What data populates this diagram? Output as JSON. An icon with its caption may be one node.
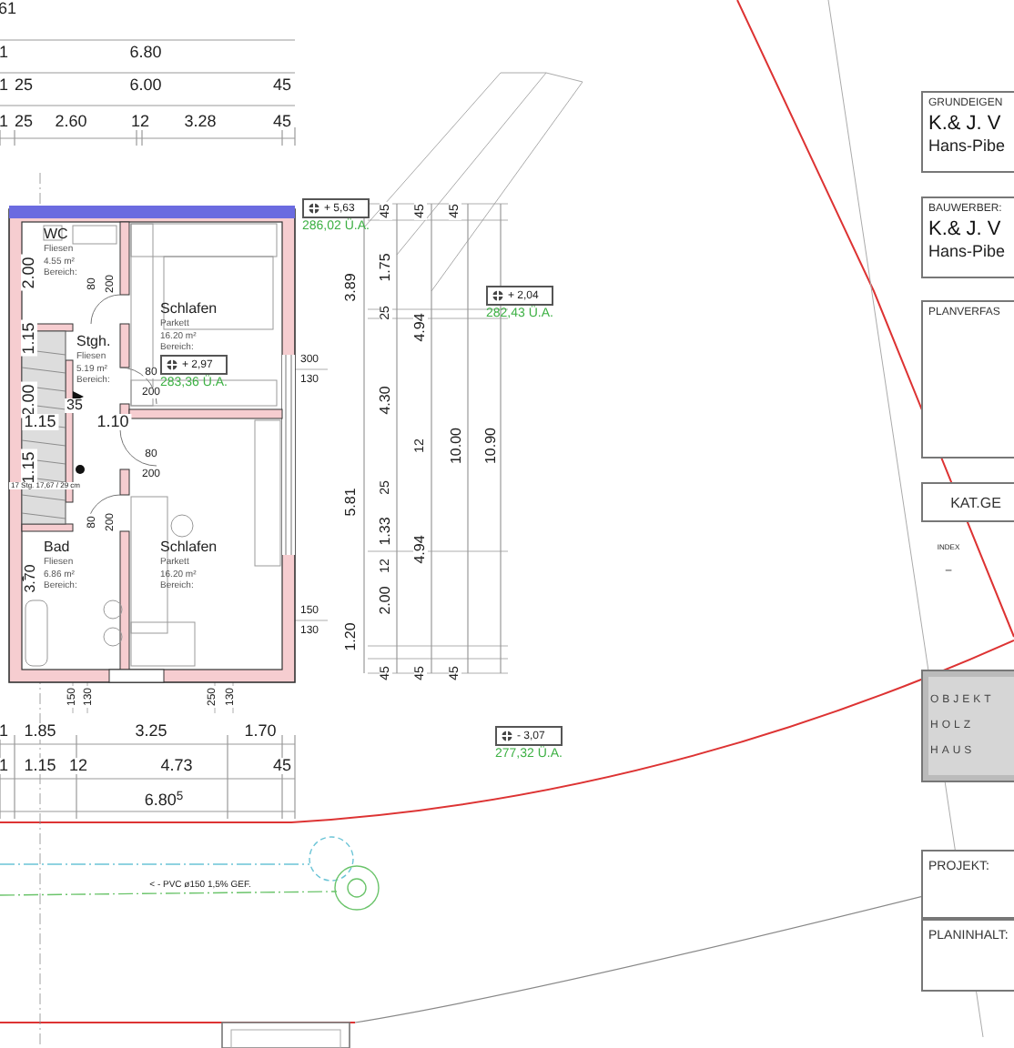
{
  "diagram": {
    "nodes": [
      {
        "text": [
          "WC",
          "Fliesen 4.55 m² Bereich:"
        ]
      },
      {
        "text": [
          "Schlafen",
          "Parkett 16.20 m² Bereich:"
        ]
      },
      {
        "text": [
          "Stgh.",
          "Fliesen 5.19 m² Bereich:"
        ]
      },
      {
        "text": [
          "Bad",
          "Fliesen 6.86 m² Bereich:"
        ]
      },
      {
        "text": [
          "Schlafen",
          "Parkett 16.20 m² Bereich:"
        ]
      },
      {
        "text": [
          "+ 5,63"
        ],
        "beside": [
          "286,02 Ü.A."
        ]
      },
      {
        "text": [
          "+ 2,97"
        ],
        "beside": [
          "283,36 Ü.A."
        ]
      },
      {
        "text": [
          "+ 2,04"
        ],
        "beside": [
          "282,43 Ü.A."
        ]
      },
      {
        "text": [
          "- 3,07"
        ],
        "beside": [
          "277,32 Ü.A."
        ]
      },
      {
        "text": [
          "GRUNDEIGEN",
          "K.& J. V",
          "Hans-Pibe"
        ]
      },
      {
        "text": [
          "BAUWERBER:",
          "K.& J. V",
          "Hans-Pibe"
        ]
      },
      {
        "text": [
          "PLANVERFAS"
        ]
      },
      {
        "text": [
          "KAT.GE"
        ]
      },
      {
        "text": [
          "OBJEKT HOLZ HAUS"
        ]
      },
      {
        "text": [
          "PROJEKT:"
        ]
      },
      {
        "text": [
          "PLANINHALT:"
        ]
      }
    ],
    "labels": [
      "61",
      "1",
      "6.80",
      "1",
      "25",
      "6.00",
      "45",
      "1",
      "25",
      "2.60",
      "12",
      "3.28",
      "45",
      "45",
      "45",
      "45",
      "2.00",
      "80",
      "200",
      "1.75",
      "3.89",
      "1.15",
      "25",
      "4.94",
      "300",
      "130",
      "80",
      "200",
      "2.00",
      "35",
      "1.15",
      "1.10",
      "4.30",
      "12",
      "10.00",
      "10.90",
      "80",
      "200",
      "1.15",
      "17 Stg. 17,67 / 29 cm",
      "25",
      "5.81",
      "80",
      "200",
      "1.33",
      "4.94",
      "12",
      "3.70",
      "2.00",
      "150",
      "130",
      "1.20",
      "45",
      "45",
      "45",
      "150",
      "130",
      "250",
      "130",
      "1",
      "1.85",
      "3.25",
      "1.70",
      "1",
      "1.15",
      "12",
      "4.73",
      "45",
      "6.80$^{5}$",
      "< - PVC ø150 1,5% GEF.",
      "INDEX",
      "–"
    ]
  }
}
